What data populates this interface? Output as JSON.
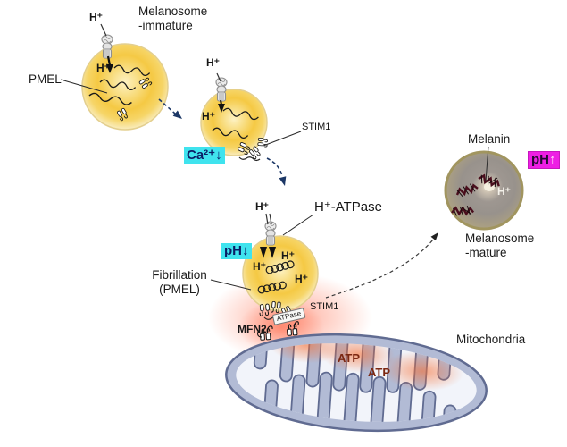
{
  "diagram": {
    "stage_immature": {
      "title": "Melanosome\n-immature",
      "pmel_label": "PMEL"
    },
    "stage_intermediate": {
      "stim1_label": "STIM1",
      "ca_label": "Ca²⁺↓"
    },
    "stage_fibrillation": {
      "pump_label": "H⁺-ATPase",
      "ph_label": "pH↓",
      "fibrillation_label": "Fibrillation\n(PMEL)",
      "stim1_label": "STIM1",
      "mfn2_label": "MFN2",
      "atpase_ribbon_label": "ATPase"
    },
    "mitochondria": {
      "label": "Mitochondria",
      "atp1": "ATP",
      "atp2": "ATP"
    },
    "stage_mature": {
      "melanin_label": "Melanin",
      "ph_text": "pH",
      "ph_arrow": "↑",
      "title": "Melanosome\n-mature"
    },
    "ions": {
      "h_plus": "H⁺"
    },
    "colors": {
      "cyan_highlight": "#3fe3ee",
      "magenta_highlight": "#ee1fe4",
      "melanosome_gold": "#f5c944",
      "mature_brown": "#a29a8d",
      "mitochondria_blue": "#b2bbd5",
      "atp_text": "#7c2812",
      "glow_red": "#ff5a3c",
      "arrow_navy": "#1c3766"
    }
  }
}
